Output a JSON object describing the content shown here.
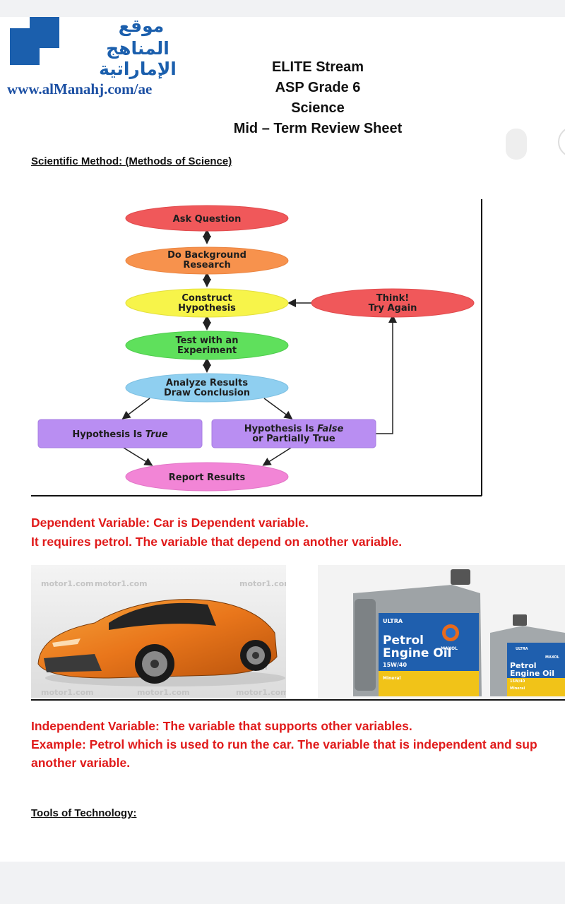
{
  "logo": {
    "arabic_line1": "موقع",
    "arabic_line2": "المناهج الإماراتية",
    "url": "www.alManahj.com/ae"
  },
  "header": {
    "line1": "ELITE Stream",
    "line2": "ASP Grade 6",
    "line3": "Science",
    "line4": "Mid – Term Review Sheet"
  },
  "scientific_method": {
    "title": "Scientific Method: (Methods of Science)",
    "steps": {
      "ask": "Ask Question",
      "research_1": "Do Background",
      "research_2": "Research",
      "hypothesis_1": "Construct",
      "hypothesis_2": "Hypothesis",
      "test_1": "Test with an",
      "test_2": "Experiment",
      "analyze_1": "Analyze Results",
      "analyze_2": "Draw Conclusion",
      "think_1": "Think!",
      "think_2": "Try Again",
      "true_prefix": "Hypothesis Is ",
      "true_word": "True",
      "false_prefix": "Hypothesis Is ",
      "false_word": "False",
      "false_line2": "or Partially True",
      "report": "Report Results"
    }
  },
  "dependent": {
    "line1": "Dependent Variable: Car is Dependent variable.",
    "line2": " It requires petrol. The variable that depend on another variable."
  },
  "images": {
    "car_watermark": "motor1.com",
    "oil_brand": "ULTRA",
    "oil_maker": "MAXOL",
    "oil_line1": "Petrol",
    "oil_line2": "Engine Oil",
    "oil_grade": "15W/40",
    "oil_mineral": "Mineral"
  },
  "independent": {
    "line1": "Independent Variable: The variable that supports other variables.",
    "line2": "Example: Petrol which is used to run the car. The variable that is independent and sup",
    "line3": "another variable."
  },
  "tools": {
    "title": "Tools of Technology:"
  },
  "colors": {
    "logo_blue": "#1b5fad",
    "text_red": "#e01a1a",
    "ellipse_red": "#f0585a",
    "ellipse_orange": "#f7924d",
    "ellipse_yellow": "#f7f44a",
    "ellipse_green": "#5fe05c",
    "ellipse_blue": "#8fcff0",
    "box_purple": "#b98ef2",
    "ellipse_pink": "#f285d6"
  }
}
